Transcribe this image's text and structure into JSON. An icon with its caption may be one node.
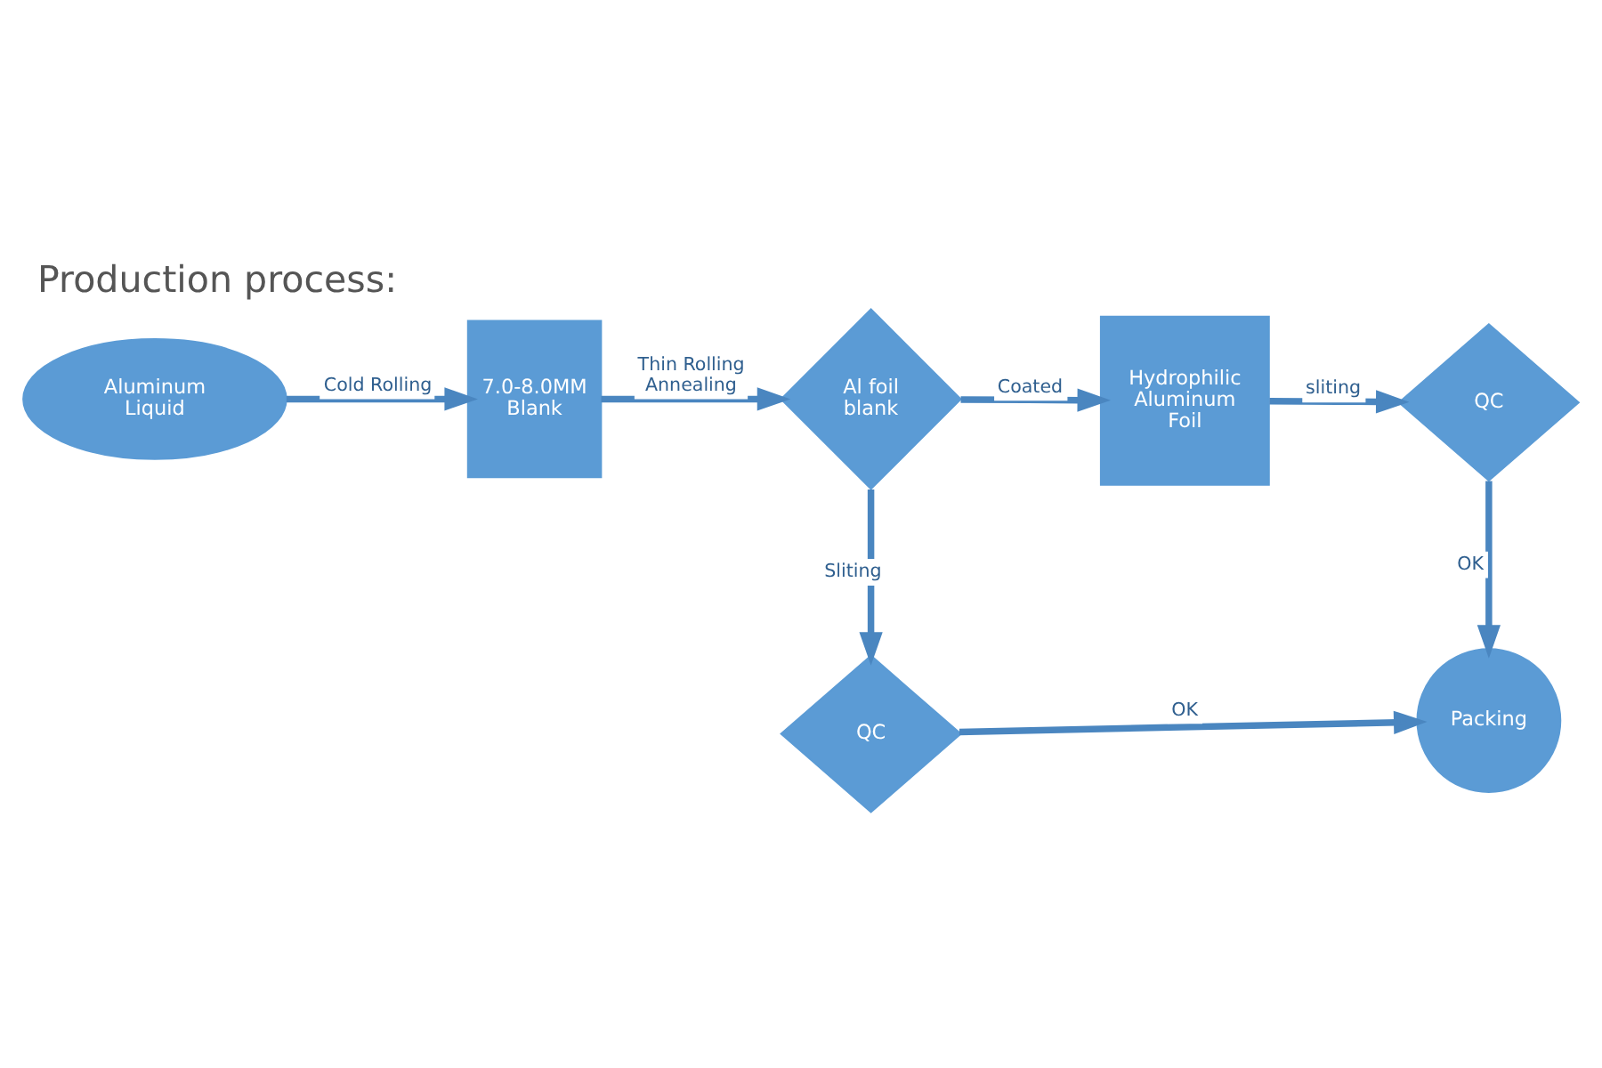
{
  "diagram": {
    "title": "Production process:",
    "nodes": [
      {
        "text": [
          "Aluminum Liquid"
        ]
      },
      {
        "text": [
          "7.0-8.0MM Blank"
        ]
      },
      {
        "text": [
          "Al foil blank"
        ]
      },
      {
        "text": [
          "Hydrophilic Aluminum Foil"
        ]
      },
      {
        "text": [
          "QC"
        ]
      },
      {
        "text": [
          "QC"
        ]
      },
      {
        "text": [
          "Packing"
        ]
      }
    ],
    "edges": [
      {
        "from": 0,
        "to": 1,
        "arrow": "to",
        "label": "Cold Rolling"
      },
      {
        "from": 1,
        "to": 2,
        "arrow": "to",
        "label": "Thin Rolling Annealing"
      },
      {
        "from": 2,
        "to": 3,
        "arrow": "to",
        "label": "Coated"
      },
      {
        "from": 3,
        "to": 4,
        "arrow": "to",
        "label": "sliting"
      },
      {
        "from": 2,
        "to": 5,
        "arrow": "to",
        "label": "Sliting"
      },
      {
        "from": 4,
        "to": 6,
        "arrow": "to",
        "label": "OK"
      },
      {
        "from": 5,
        "to": 6,
        "arrow": "to",
        "label": "OK"
      }
    ]
  }
}
